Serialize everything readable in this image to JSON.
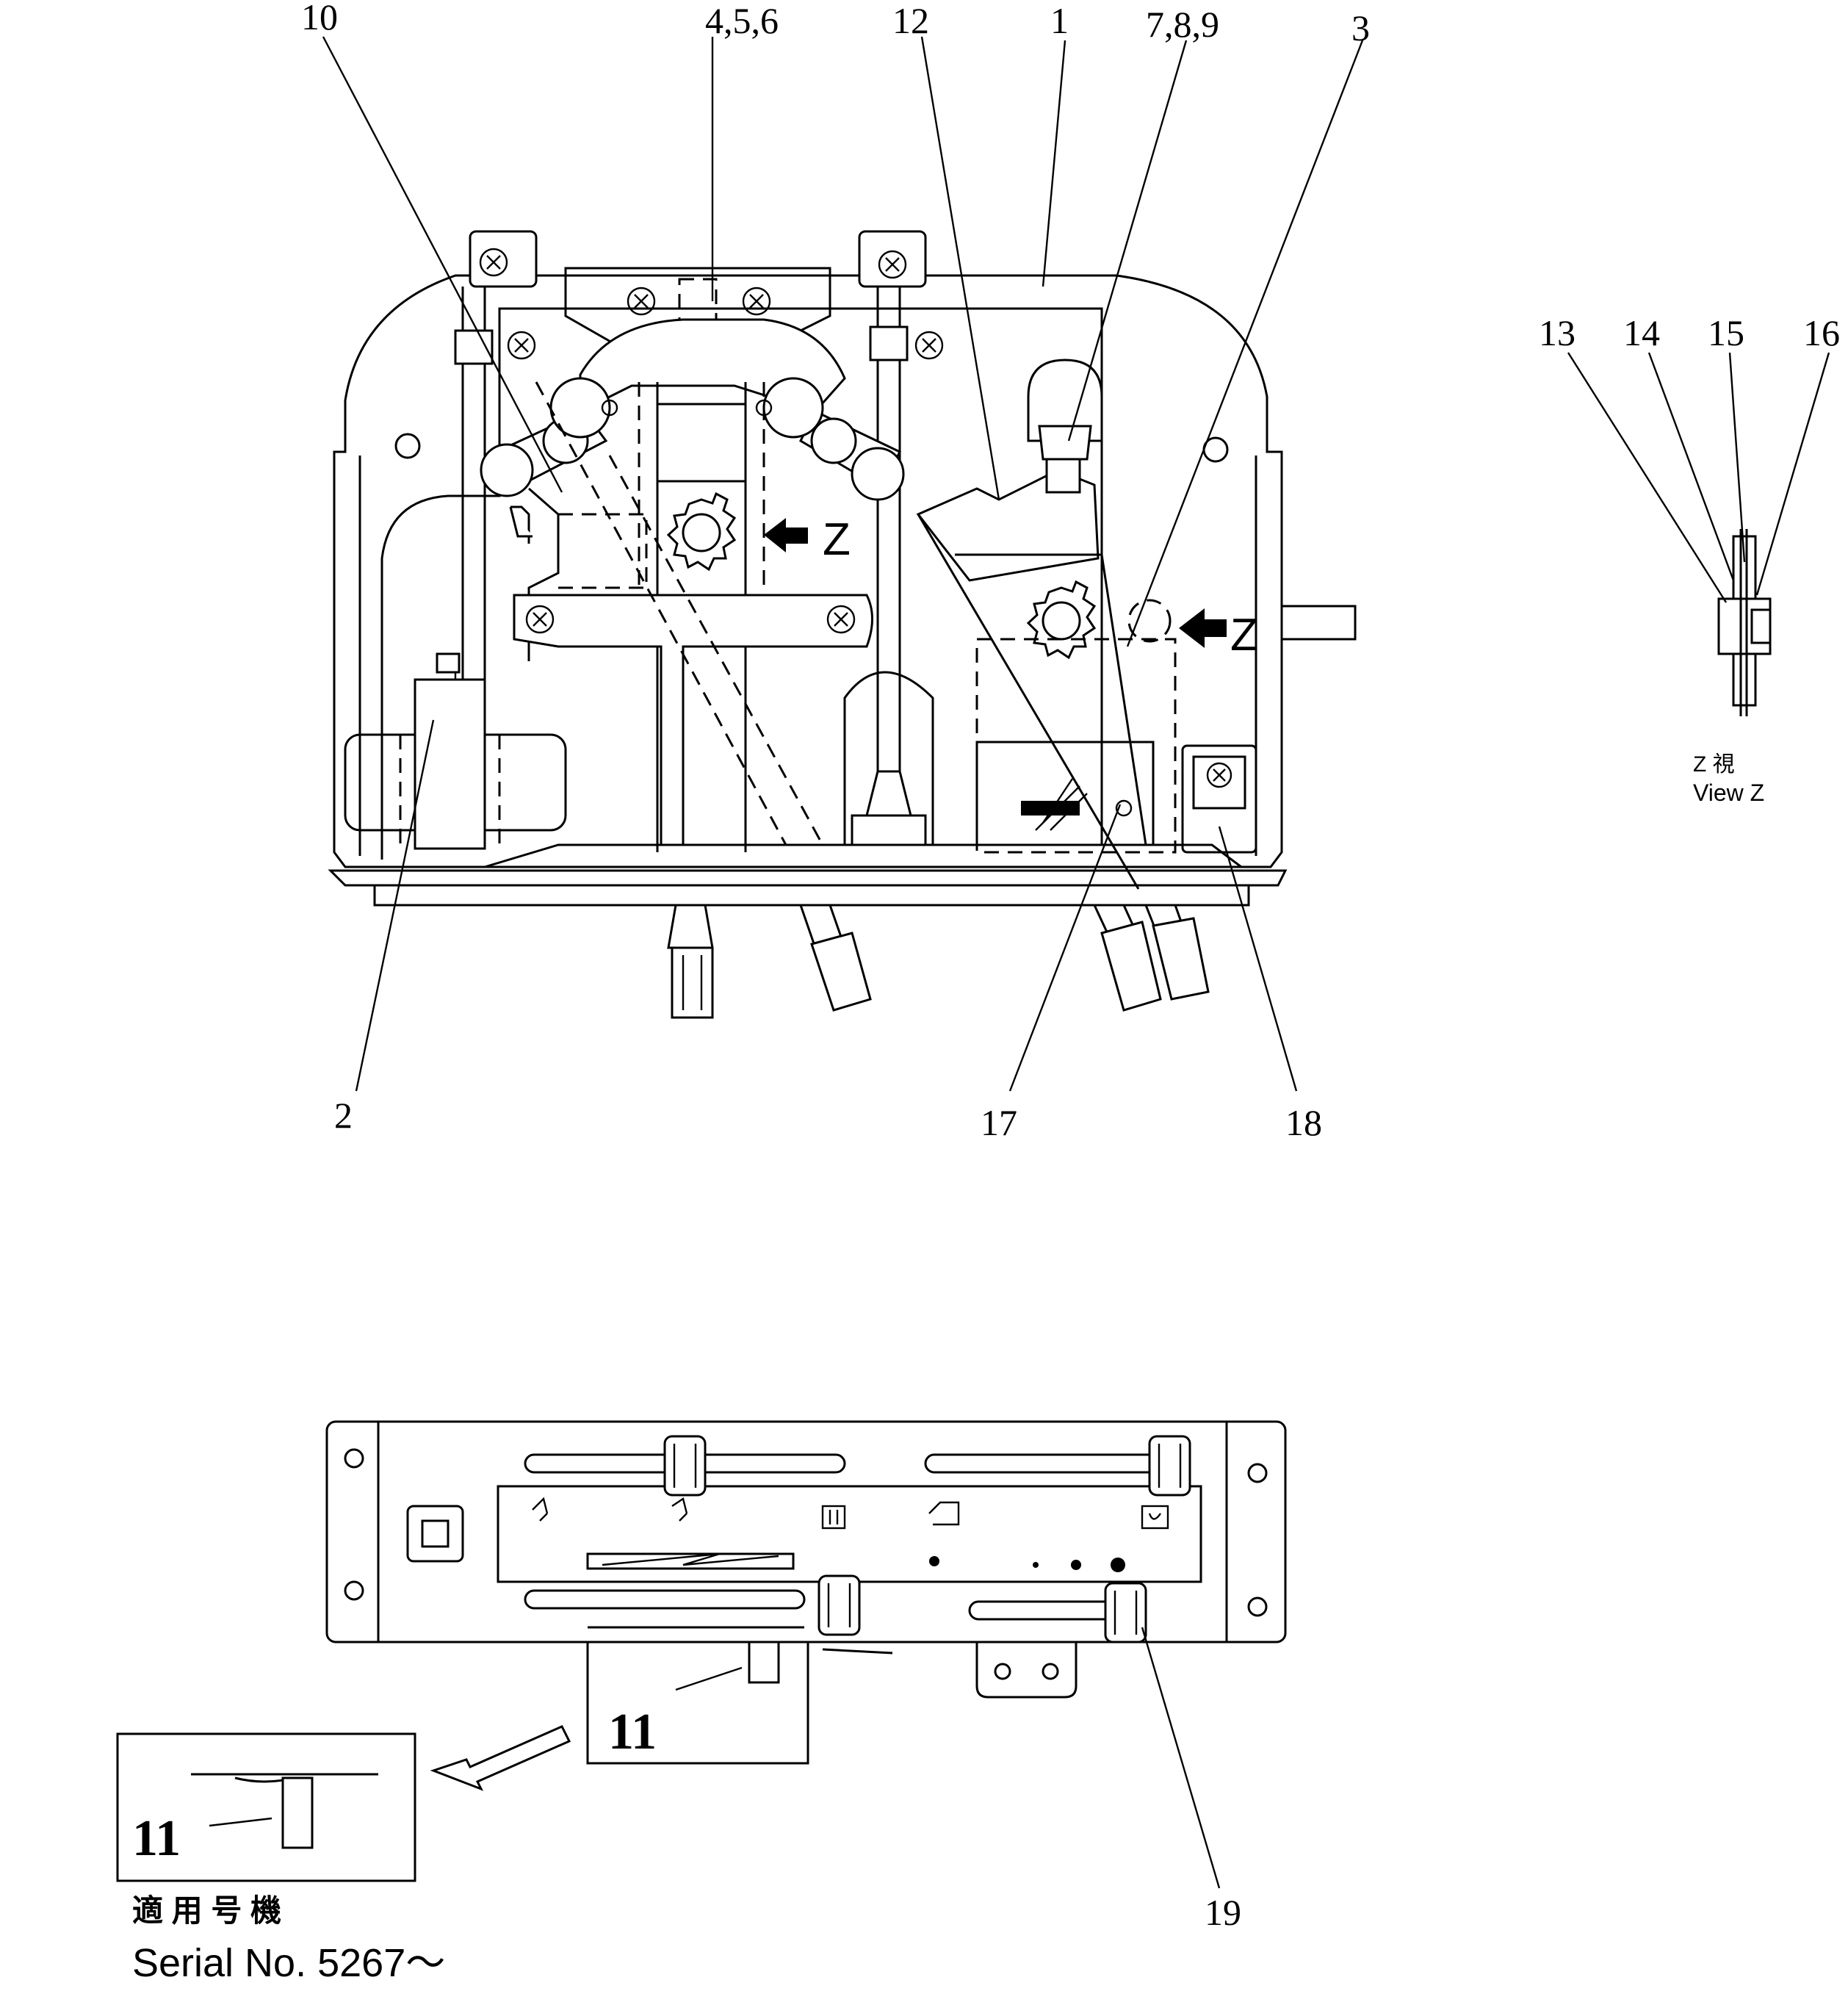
{
  "callouts": {
    "c1": "1",
    "c2": "2",
    "c3": "3",
    "c456": "4,5,6",
    "c789": "7,8,9",
    "c10": "10",
    "c11a": "11",
    "c11b": "11",
    "c12": "12",
    "c13": "13",
    "c14": "14",
    "c15": "15",
    "c16": "16",
    "c17": "17",
    "c18": "18",
    "c19": "19"
  },
  "view_markers": {
    "z1": "Z",
    "z2": "Z"
  },
  "view_z": {
    "jp": "Z 視",
    "en": "View Z"
  },
  "serial": {
    "jp": "適 用 号 機",
    "en": "Serial No. 5267～"
  }
}
